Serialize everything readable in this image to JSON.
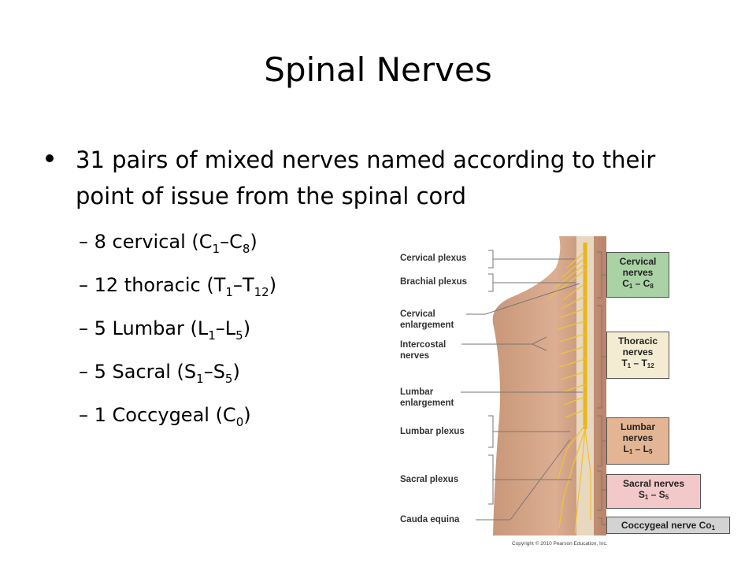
{
  "title": "Spinal Nerves",
  "bullet": "31 pairs of mixed nerves named according to their point of issue from the spinal cord",
  "subitems": [
    {
      "prefix": "– 8 cervical (C",
      "s1": "1",
      "mid": "–C",
      "s2": "8",
      "suffix": ")"
    },
    {
      "prefix": "– 12 thoracic (T",
      "s1": "1",
      "mid": "–T",
      "s2": "12",
      "suffix": ")"
    },
    {
      "prefix": "– 5 Lumbar (L",
      "s1": "1",
      "mid": "–L",
      "s2": "5",
      "suffix": ")"
    },
    {
      "prefix": "– 5 Sacral (S",
      "s1": "1",
      "mid": "–S",
      "s2": "5",
      "suffix": ")"
    },
    {
      "prefix": "– 1 Coccygeal (C",
      "s1": "0",
      "mid": "",
      "s2": "",
      "suffix": ")"
    }
  ],
  "figure": {
    "left_labels": {
      "cervical_plexus": "Cervical plexus",
      "brachial_plexus": "Brachial plexus",
      "cervical_enlargement_1": "Cervical",
      "cervical_enlargement_2": "enlargement",
      "intercostal_1": "Intercostal",
      "intercostal_2": "nerves",
      "lumbar_enlargement_1": "Lumbar",
      "lumbar_enlargement_2": "enlargement",
      "lumbar_plexus": "Lumbar plexus",
      "sacral_plexus": "Sacral plexus",
      "cauda_equina": "Cauda equina"
    },
    "boxes": {
      "cervical": {
        "line1": "Cervical",
        "line2": "nerves",
        "line3_a": "C",
        "line3_s1": "1",
        "line3_b": " – C",
        "line3_s2": "8",
        "color": "#a9d2a5"
      },
      "thoracic": {
        "line1": "Thoracic",
        "line2": "nerves",
        "line3_a": "T",
        "line3_s1": "1",
        "line3_b": " – T",
        "line3_s2": "12",
        "color": "#f4ecd2"
      },
      "lumbar": {
        "line1": "Lumbar",
        "line2": "nerves",
        "line3_a": "L",
        "line3_s1": "1",
        "line3_b": " – L",
        "line3_s2": "5",
        "color": "#e3b594"
      },
      "sacral": {
        "line1": "Sacral nerves",
        "line2_a": "S",
        "line2_s1": "1",
        "line2_b": " – S",
        "line2_s2": "5",
        "color": "#f2c8c9"
      },
      "coccygeal": {
        "label_a": "Coccygeal nerve Co",
        "label_s": "1",
        "color": "#d3d3d3"
      }
    },
    "copyright": "Copyright © 2010 Pearson Education, Inc."
  }
}
